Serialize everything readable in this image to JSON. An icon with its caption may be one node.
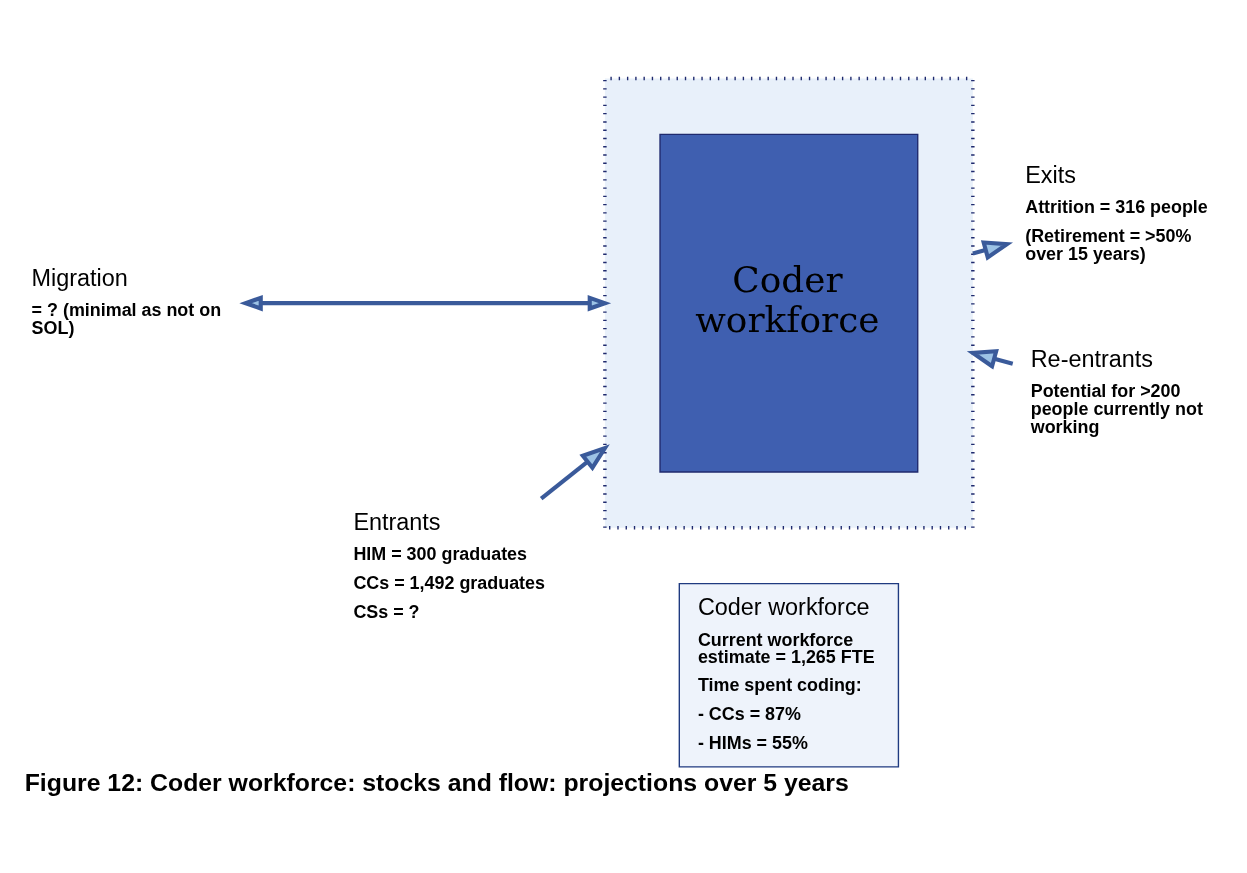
{
  "diagram": {
    "caption": "Figure 12: Coder workforce: stocks and flow: projections over 5 years",
    "nodes": [
      {
        "text": [],
        "shape": "box"
      },
      {
        "text": [
          "Coder workforce",
          "Current workforce estimate = 1,265 FTE",
          "Time spent coding:",
          "- CCs = 87%",
          "- HIMs = 55%"
        ]
      },
      {
        "text": [
          "Coder workforce"
        ],
        "in": 0
      },
      {
        "text": [
          "Entrants",
          "HIM = 300 graduates",
          "CCs = 1,492 graduates",
          "CSs = ?"
        ]
      },
      {
        "text": [
          "Migration",
          "= ? (minimal as not on SOL)"
        ]
      },
      {
        "text": [
          "Exits",
          "Attrition = 316 people",
          "(Retirement = >50% over 15 years)"
        ]
      },
      {
        "text": [
          "Re-entrants",
          "Potential for >200 people currently not working"
        ]
      }
    ],
    "edges": [
      {
        "from": 3,
        "to": 0,
        "arrow": "to"
      },
      {
        "from": 4,
        "to": 0,
        "arrow": "both"
      },
      {
        "from": 0,
        "to": 5,
        "arrow": "to"
      },
      {
        "from": 6,
        "to": 0,
        "arrow": "to"
      }
    ]
  }
}
